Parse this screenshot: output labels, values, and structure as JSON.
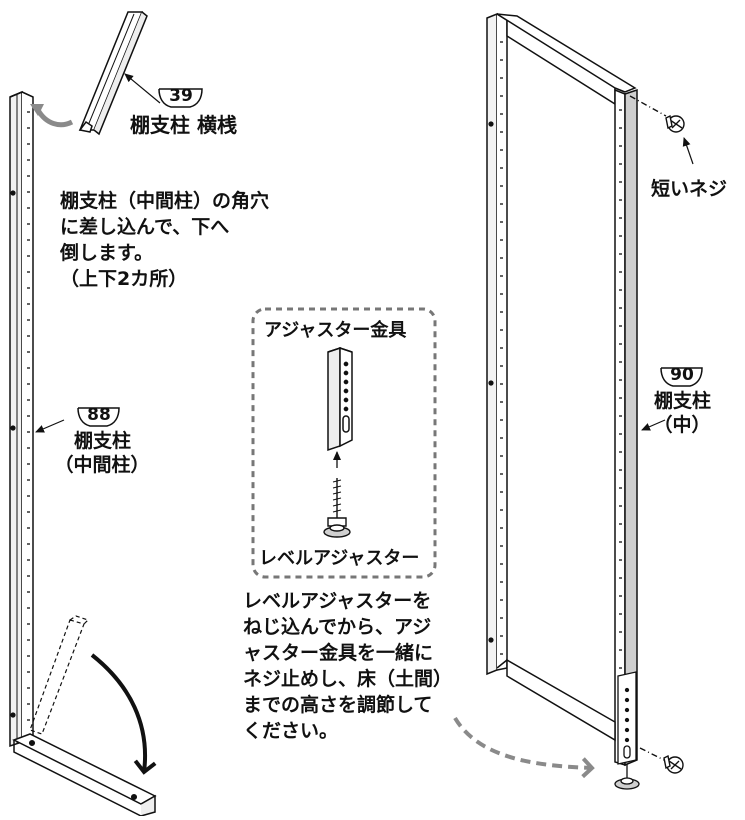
{
  "labels": {
    "part39_number": "39",
    "part39_name": "棚支柱 横桟",
    "part88_number": "88",
    "part88_name": "棚支柱",
    "part88_sub": "（中間柱）",
    "part90_number": "90",
    "part90_name": "棚支柱",
    "part90_sub": "（中）",
    "short_screw": "短いネジ",
    "adjuster_bracket": "アジャスター金具",
    "level_adjuster": "レベルアジャスター"
  },
  "instructions": {
    "insert_line1": "棚支柱（中間柱）の角穴",
    "insert_line2": "に差し込んで、下へ",
    "insert_line3": "倒します。",
    "insert_line4": "（上下2カ所）",
    "adjust_line1": "レベルアジャスターを",
    "adjust_line2": "ねじ込んでから、アジ",
    "adjust_line3": "ャスター金具を一緒に",
    "adjust_line4": "ネジ止めし、床（土間）",
    "adjust_line5": "までの高さを調節して",
    "adjust_line6": "ください。"
  },
  "colors": {
    "line": "#111111",
    "gray_fill": "#cfcfcf",
    "arrow_gray": "#8a8a8a",
    "dash_box": "#777777"
  }
}
